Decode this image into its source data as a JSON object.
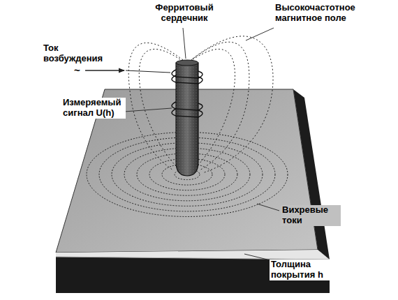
{
  "diagram": {
    "labels": [
      "Ферритовый сердечник",
      "Высокочастотное магнитное поле",
      "Ток возбуждения",
      "~",
      "Измеряемый сигнал U(h)",
      "Вихревые токи",
      "Толщина покрытия h"
    ]
  }
}
